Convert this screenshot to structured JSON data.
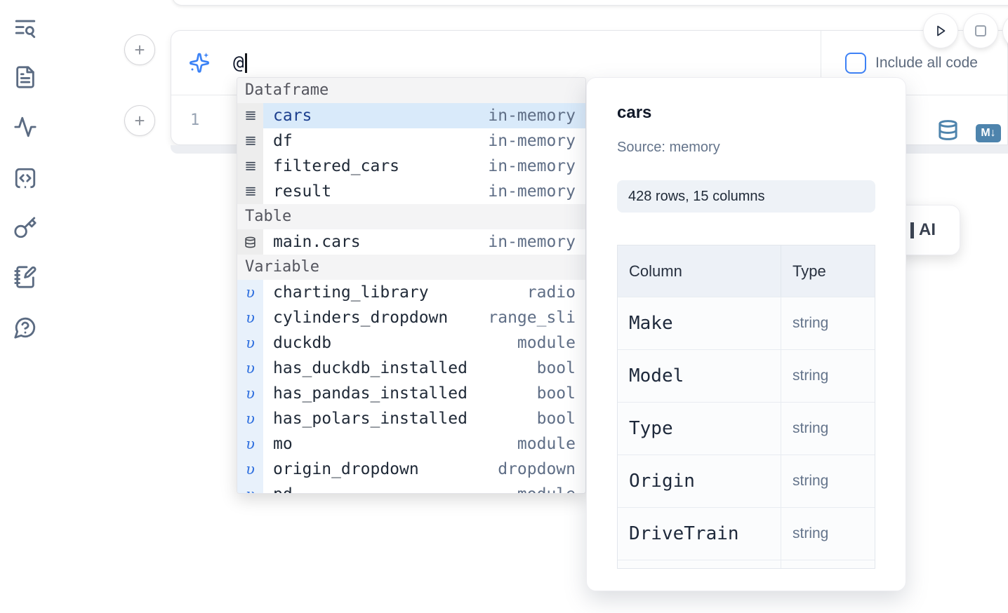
{
  "colors": {
    "accent_blue": "#3b82f6",
    "steel_blue": "#4e84ad",
    "selection_bg": "#d9eafa",
    "sidebar_icon": "#5b6b82"
  },
  "sidebar": {
    "icons": [
      "text-search-icon",
      "file-text-icon",
      "activity-icon",
      "code-square-icon",
      "key-icon",
      "notebook-pen-icon",
      "help-chat-icon"
    ]
  },
  "top": {
    "run_button_icon": "play-icon",
    "stop_button_icon": "stop-square-icon",
    "include_all_code_label": "Include all code",
    "checkbox_checked": false
  },
  "add_cell_buttons": {
    "glyph": "+"
  },
  "prompt": {
    "icon": "sparkles-icon",
    "value": "@"
  },
  "editor": {
    "line_number": "1",
    "db_button_icon": "database-icon",
    "markdown_button_glyph": "M↓"
  },
  "autocomplete": {
    "sections": [
      {
        "label": "Dataframe",
        "icon": "rows",
        "items": [
          {
            "name": "cars",
            "type": "in-memory",
            "selected": true
          },
          {
            "name": "df",
            "type": "in-memory"
          },
          {
            "name": "filtered_cars",
            "type": "in-memory"
          },
          {
            "name": "result",
            "type": "in-memory"
          }
        ]
      },
      {
        "label": "Table",
        "icon": "database",
        "items": [
          {
            "name": "main.cars",
            "type": "in-memory"
          }
        ]
      },
      {
        "label": "Variable",
        "icon": "variable",
        "items": [
          {
            "name": "charting_library",
            "type": "radio"
          },
          {
            "name": "cylinders_dropdown",
            "type": "range_sli"
          },
          {
            "name": "duckdb",
            "type": "module"
          },
          {
            "name": "has_duckdb_installed",
            "type": "bool"
          },
          {
            "name": "has_pandas_installed",
            "type": "bool"
          },
          {
            "name": "has_polars_installed",
            "type": "bool"
          },
          {
            "name": "mo",
            "type": "module"
          },
          {
            "name": "origin_dropdown",
            "type": "dropdown"
          },
          {
            "name": "pd",
            "type": "module",
            "clipped": true
          }
        ]
      }
    ]
  },
  "preview": {
    "title": "cars",
    "source_label": "Source: memory",
    "shape_label": "428 rows, 15 columns",
    "table": {
      "headers": [
        "Column",
        "Type"
      ],
      "rows": [
        {
          "column": "Make",
          "type": "string"
        },
        {
          "column": "Model",
          "type": "string"
        },
        {
          "column": "Type",
          "type": "string"
        },
        {
          "column": "Origin",
          "type": "string"
        },
        {
          "column": "DriveTrain",
          "type": "string"
        }
      ]
    }
  },
  "ai_card": {
    "label": "AI"
  }
}
